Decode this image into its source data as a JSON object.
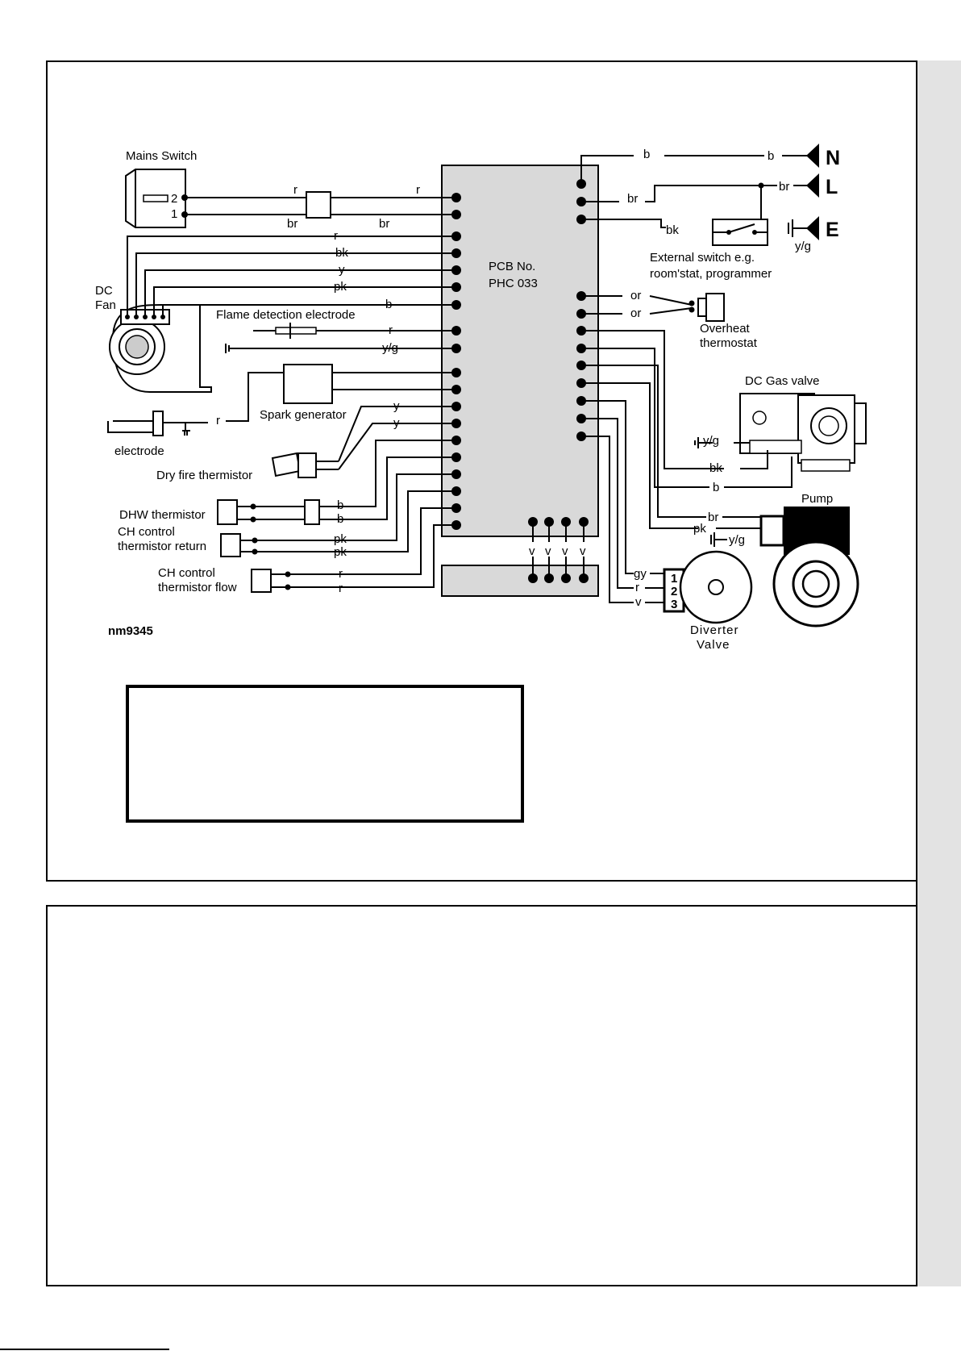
{
  "diagram": {
    "id_label": "nm9345",
    "pcb": {
      "line1": "PCB No.",
      "line2": "PHC 033"
    },
    "components": {
      "mains_switch": "Mains Switch",
      "mains_terminal_2": "2",
      "mains_terminal_1": "1",
      "dc_fan_line1": "DC",
      "dc_fan_line2": "Fan",
      "flame_detection": "Flame detection electrode",
      "spark_generator": "Spark generator",
      "electrode": "electrode",
      "dry_fire": "Dry fire thermistor",
      "dhw_thermistor": "DHW thermistor",
      "ch_return_line1": "CH  control",
      "ch_return_line2": "thermistor return",
      "ch_flow_line1": "CH control",
      "ch_flow_line2": "thermistor flow",
      "external_switch_line1": "External switch e.g.",
      "external_switch_line2": "room'stat, programmer",
      "overheat_line1": "Overheat",
      "overheat_line2": "thermostat",
      "gas_valve": "DC Gas valve",
      "pump": "Pump",
      "diverter_line1": "Diverter",
      "diverter_line2": "Valve",
      "diverter_pin1": "1",
      "diverter_pin2": "2",
      "diverter_pin3": "3"
    },
    "mains": {
      "n": "N",
      "l": "L",
      "e": "E"
    },
    "wire_labels": {
      "sw_r_left": "r",
      "sw_r_right": "r",
      "sw_br_left": "br",
      "sw_br_right": "br",
      "fan_r": "r",
      "fan_bk": "bk",
      "fan_y": "y",
      "fan_pk": "pk",
      "fan_b": "b",
      "flame_r": "r",
      "earth_yg": "y/g",
      "spark_r": "r",
      "dry_y1": "y",
      "dry_y2": "y",
      "dhw_b1": "b",
      "dhw_b2": "b",
      "chr_pk1": "pk",
      "chr_pk2": "pk",
      "chf_r1": "r",
      "chf_r2": "r",
      "n_b1": "b",
      "n_b2": "b",
      "l_br1": "br",
      "l_br2": "br",
      "ext_bk": "bk",
      "e_yg": "y/g",
      "oh_or1": "or",
      "oh_or2": "or",
      "gv_yg": "y/g",
      "gv_bk": "bk",
      "gv_b": "b",
      "pump_br": "br",
      "pump_pk": "pk",
      "pump_yg": "y/g",
      "div_gy": "gy",
      "div_r": "r",
      "div_v": "v",
      "v1": "v",
      "v2": "v",
      "v3": "v",
      "v4": "v"
    }
  }
}
